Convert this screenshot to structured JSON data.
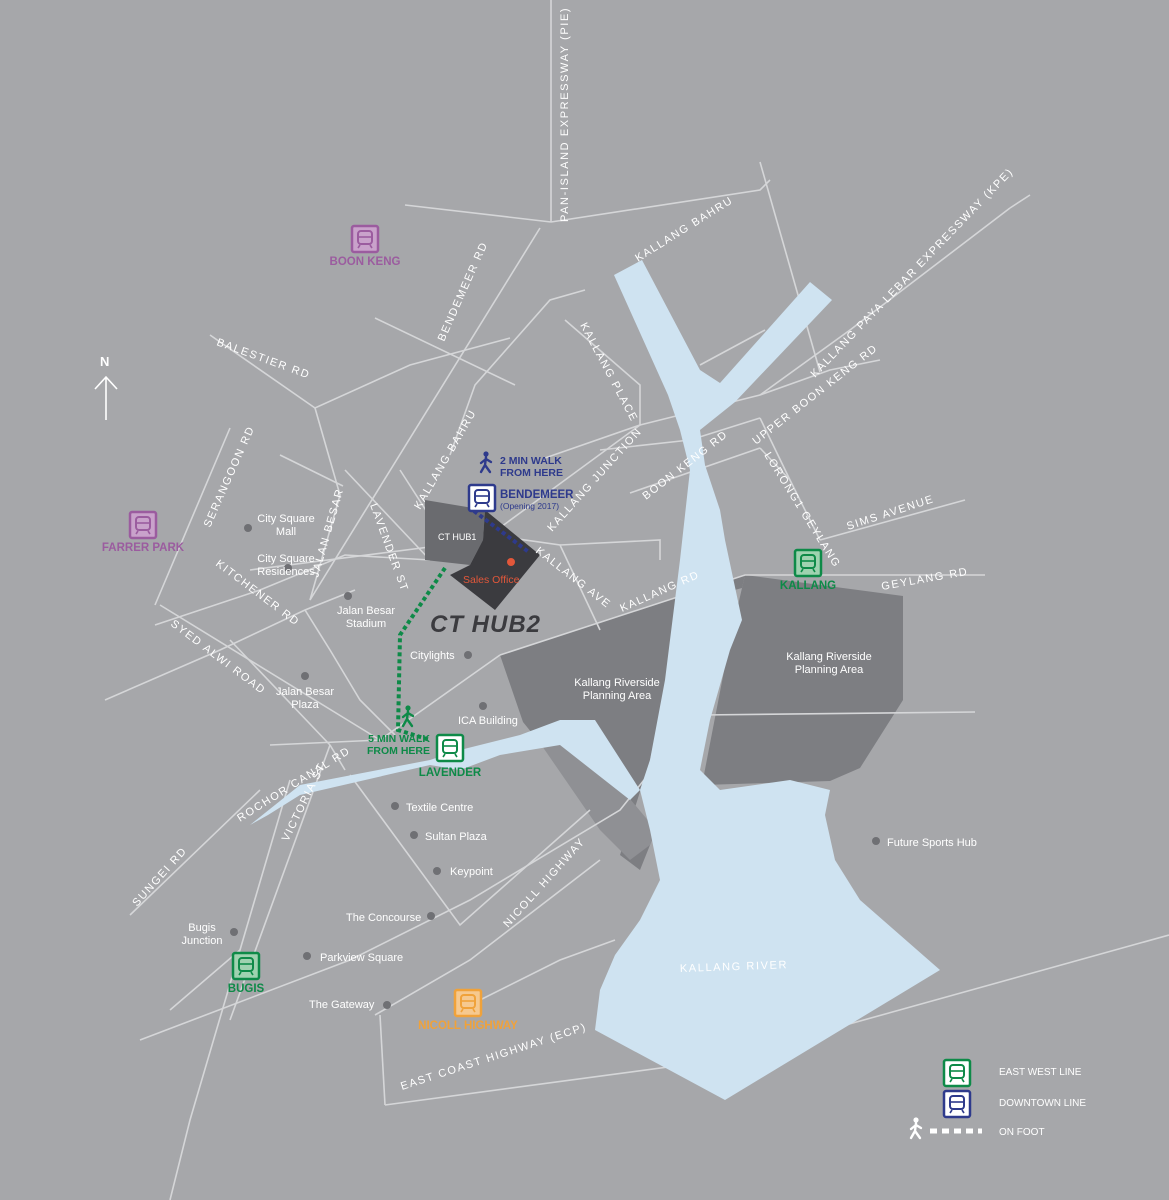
{
  "compass": {
    "label": "N"
  },
  "roads": [
    "PAN-ISLAND EXPRESSWAY (PIE)",
    "KALLANG BAHRU",
    "KALLANG PAYA LEBAR EXPRESSWAY (KPE)",
    "BENDEMEER RD",
    "BALESTIER RD",
    "KALLANG PLACE",
    "UPPER BOON KENG RD",
    "SERANGOON RD",
    "KALLANG BAHRU",
    "KALLANG JUNCTION",
    "BOON KENG RD",
    "LORONG1 GEYLANG",
    "SIMS AVENUE",
    "LAVENDER ST",
    "JALAN BESAR",
    "KITCHENER RD",
    "KALLANG AVE",
    "KALLANG RD",
    "GEYLANG RD",
    "SYED ALWI ROAD",
    "ROCHOR CANAL RD",
    "VICTORIA ST",
    "SUNGEI RD",
    "NICOLL HIGHWAY",
    "EAST COAST HIGHWAY (ECP)",
    "KALLANG RIVER"
  ],
  "places": [
    "City Square\nMall",
    "City Square\nResidences",
    "Jalan Besar\nStadium",
    "Citylights",
    "Jalan Besar\nPlaza",
    "ICA Building",
    "Textile Centre",
    "Sultan Plaza",
    "Keypoint",
    "The Concourse",
    "Bugis\nJunction",
    "Parkview Square",
    "The Gateway",
    "Future Sports Hub"
  ],
  "planning_areas": [
    "Kallang Riverside\nPlanning Area",
    "Kallang Riverside\nPlanning Area"
  ],
  "stations": [
    {
      "name": "BOON KENG",
      "line": "ne",
      "color": "#9b5c9f",
      "fill": "#c9a2cb"
    },
    {
      "name": "FARRER PARK",
      "line": "ne",
      "color": "#9b5c9f",
      "fill": "#c9a2cb"
    },
    {
      "name": "BENDEMEER",
      "line": "dt",
      "color": "#2e3a8c",
      "fill": "#ffffff",
      "note": "(Opening 2017)"
    },
    {
      "name": "KALLANG",
      "line": "ew",
      "color": "#0e8a48",
      "fill": "#9fd2b0"
    },
    {
      "name": "LAVENDER",
      "line": "ew",
      "color": "#0e8a48",
      "fill": "#ffffff"
    },
    {
      "name": "BUGIS",
      "line": "ew",
      "color": "#0e8a48",
      "fill": "#9fd2b0"
    },
    {
      "name": "NICOLL HIGHWAY",
      "line": "cc",
      "color": "#f0a23a",
      "fill": "#f6c98f"
    }
  ],
  "walks": [
    {
      "line1": "2 MIN WALK",
      "line2": "FROM HERE",
      "color": "#2e3a8c"
    },
    {
      "line1": "5 MIN WALK",
      "line2": "FROM HERE",
      "color": "#0e8a48"
    }
  ],
  "buildings": {
    "ct_hub1": "CT HUB1",
    "sales_office": "Sales Office",
    "ct_hub2_logo": "CT HUB2",
    "sales_dot_color": "#e2573a"
  },
  "legend": [
    {
      "label": "EAST WEST LINE",
      "color": "#0e8a48"
    },
    {
      "label": "DOWNTOWN LINE",
      "color": "#2e3a8c"
    },
    {
      "label": "ON FOOT",
      "color": "#ffffff"
    }
  ],
  "colors": {
    "background": "#a6a7aa",
    "water": "#cfe3f1",
    "road": "#d5d6d8",
    "planning_area": "#7d7e82",
    "planning_area_light": "#8f9094",
    "building_dark": "#3b3b3f",
    "building_mid": "#6a6b6f"
  }
}
